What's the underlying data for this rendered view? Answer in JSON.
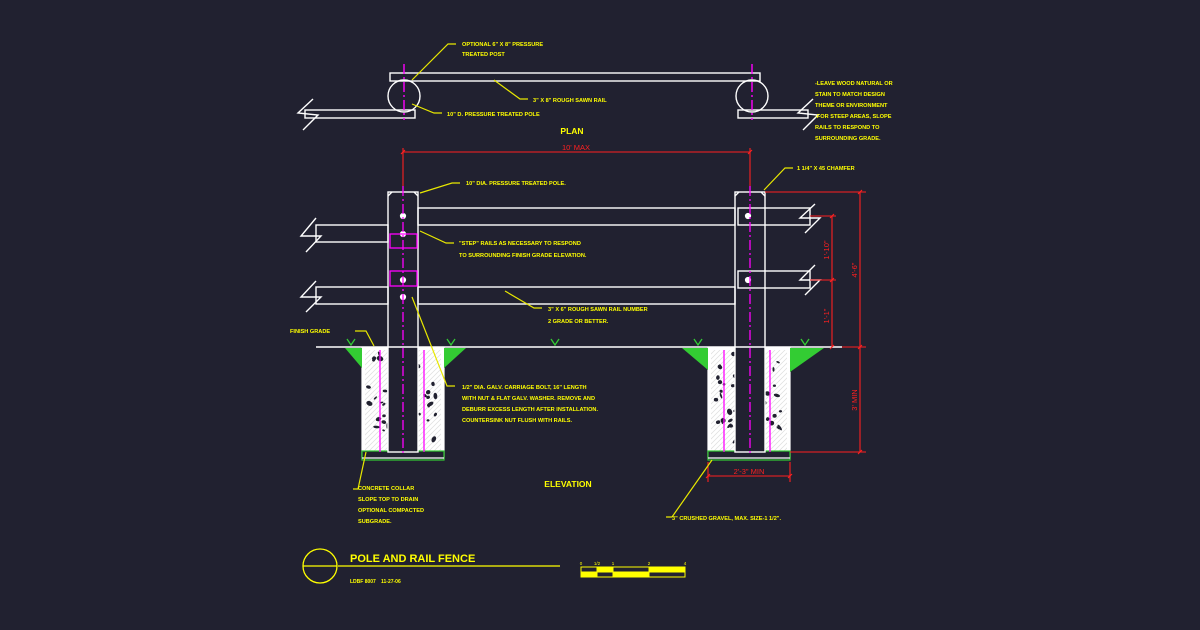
{
  "colors": {
    "background": "#212130",
    "linework": "#ffffff",
    "annotation": "#ffff00",
    "leader": "#e8e800",
    "centerline": "#ff00ff",
    "dimension": "#ff2020",
    "grass": "#33cc33"
  },
  "plan": {
    "title": "PLAN",
    "callouts": {
      "post": [
        "OPTIONAL 6\" X 8\" PRESSURE",
        "TREATED POST"
      ],
      "rail": "3\" X 8\" ROUGH SAWN RAIL",
      "pole": "10\" D. PRESSURE TREATED POLE"
    },
    "notes": [
      "-LEAVE WOOD NATURAL OR",
      "STAIN TO MATCH DESIGN",
      "THEME OR ENVIRONMENT",
      "-FOR STEEP AREAS, SLOPE",
      "RAILS TO RESPOND TO",
      "SURROUNDING GRADE."
    ]
  },
  "elevation": {
    "title": "ELEVATION",
    "dims": {
      "span": "10' MAX",
      "rail_spacing": "1'-10\"",
      "total_height": "4'-6\"",
      "bottom_rail": "1'-1\"",
      "embed": "3' MIN",
      "footing_width": "2'-3\" MIN"
    },
    "callouts": {
      "pole": "10\" DIA. PRESSURE TREATED POLE.",
      "chamfer": "1 1/4\" X 45 CHAMFER",
      "step": [
        "\"STEP\" RAILS AS NECESSARY TO RESPOND",
        "TO SURROUNDING FINISH GRADE ELEVATION."
      ],
      "rail": [
        "3\" X 6\" ROUGH SAWN RAIL NUMBER",
        "2 GRADE OR BETTER."
      ],
      "finish_grade": "FINISH GRADE",
      "bolt": [
        "1/2\" DIA. GALV. CARRIAGE BOLT, 16\" LENGTH",
        "WITH NUT & FLAT GALV. WASHER. REMOVE AND",
        "DEBURR EXCESS LENGTH AFTER INSTALLATION.",
        "COUNTERSINK NUT FLUSH WITH RAILS."
      ],
      "collar": [
        "CONCRETE COLLAR",
        "SLOPE TOP TO DRAIN",
        "OPTIONAL COMPACTED",
        "SUBGRADE."
      ],
      "gravel": "3\" CRUSHED GRAVEL, MAX. SIZE-1 1/2\"."
    }
  },
  "title_block": {
    "title": "POLE AND RAIL FENCE",
    "sheet_id": "LDBF 8007",
    "date": "11-27-06",
    "scale_labels": [
      "0",
      "1/2",
      "1",
      "2",
      "4"
    ]
  }
}
